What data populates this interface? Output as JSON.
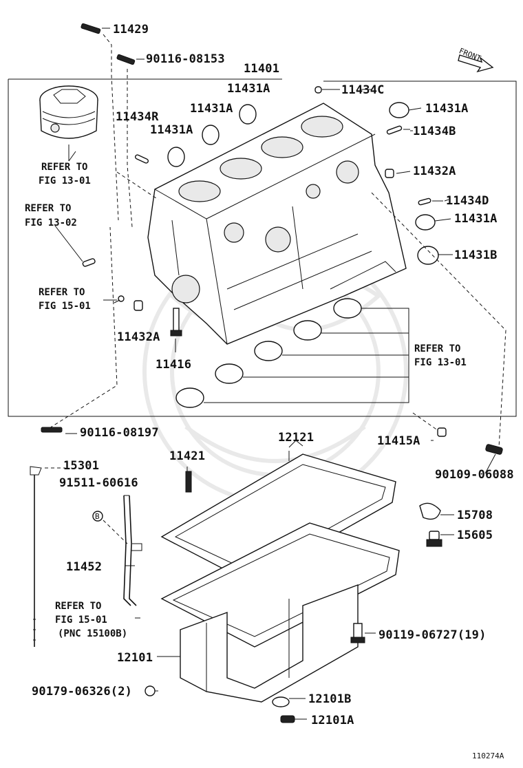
{
  "labels": {
    "p11429": "11429",
    "p90116_08153": "90116-08153",
    "p11401": "11401",
    "p11431a_1": "11431A",
    "p11434c": "11434C",
    "p11431a_2": "11431A",
    "p11431a_3": "11431A",
    "p11434r": "11434R",
    "p11431a_4": "11431A",
    "p11434b": "11434B",
    "p11432a_1": "11432A",
    "p11434d": "11434D",
    "p11431a_5": "11431A",
    "p11431b": "11431B",
    "p11432a_2": "11432A",
    "p11416": "11416",
    "p90116_08197": "90116-08197",
    "p11415a": "11415A",
    "p12121": "12121",
    "p11421": "11421",
    "p15301": "15301",
    "p91511_60616": "91511-60616",
    "p90109_06088": "90109-06088",
    "p15708": "15708",
    "p15605": "15605",
    "p11452": "11452",
    "p90119_06727": "90119-06727(19)",
    "p12101": "12101",
    "p90179_06326": "90179-06326(2)",
    "p12101b": "12101B",
    "p12101a": "12101A",
    "front": "FRONT",
    "bolt_mark": "B",
    "drawing_number": "110274A"
  },
  "refs": [
    {
      "line1": "REFER TO",
      "line2": "FIG 13-01"
    },
    {
      "line1": "REFER TO",
      "line2": "FIG 13-02"
    },
    {
      "line1": "REFER TO",
      "line2": "FIG 15-01"
    },
    {
      "line1": "REFER TO",
      "line2": "FIG 13-01"
    },
    {
      "line1": "REFER TO",
      "line2": "FIG 15-01",
      "line3": "(PNC 15100B)"
    }
  ]
}
